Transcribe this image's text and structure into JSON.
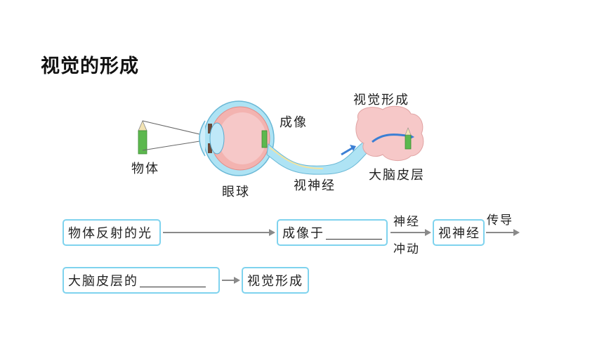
{
  "title": "视觉的形成",
  "diagram": {
    "labels": {
      "object": "物体",
      "eyeball": "眼球",
      "image": "成像",
      "optic_nerve": "视神经",
      "vision": "视觉形成",
      "cortex": "大脑皮层"
    }
  },
  "flow": {
    "box1": "物体反射的光",
    "box2": "成像于",
    "arrow2_top": "神经",
    "arrow2_bottom": "冲动",
    "box3": "视神经",
    "arrow3_label": "传导",
    "box4": "大脑皮层的",
    "box5": "视觉形成"
  },
  "colors": {
    "box_border": "#7fd3ee",
    "nerve": "#aee3f4",
    "brain": "#f6c8c8",
    "eye": "#f3b3b0",
    "object": "#5cb84e"
  }
}
